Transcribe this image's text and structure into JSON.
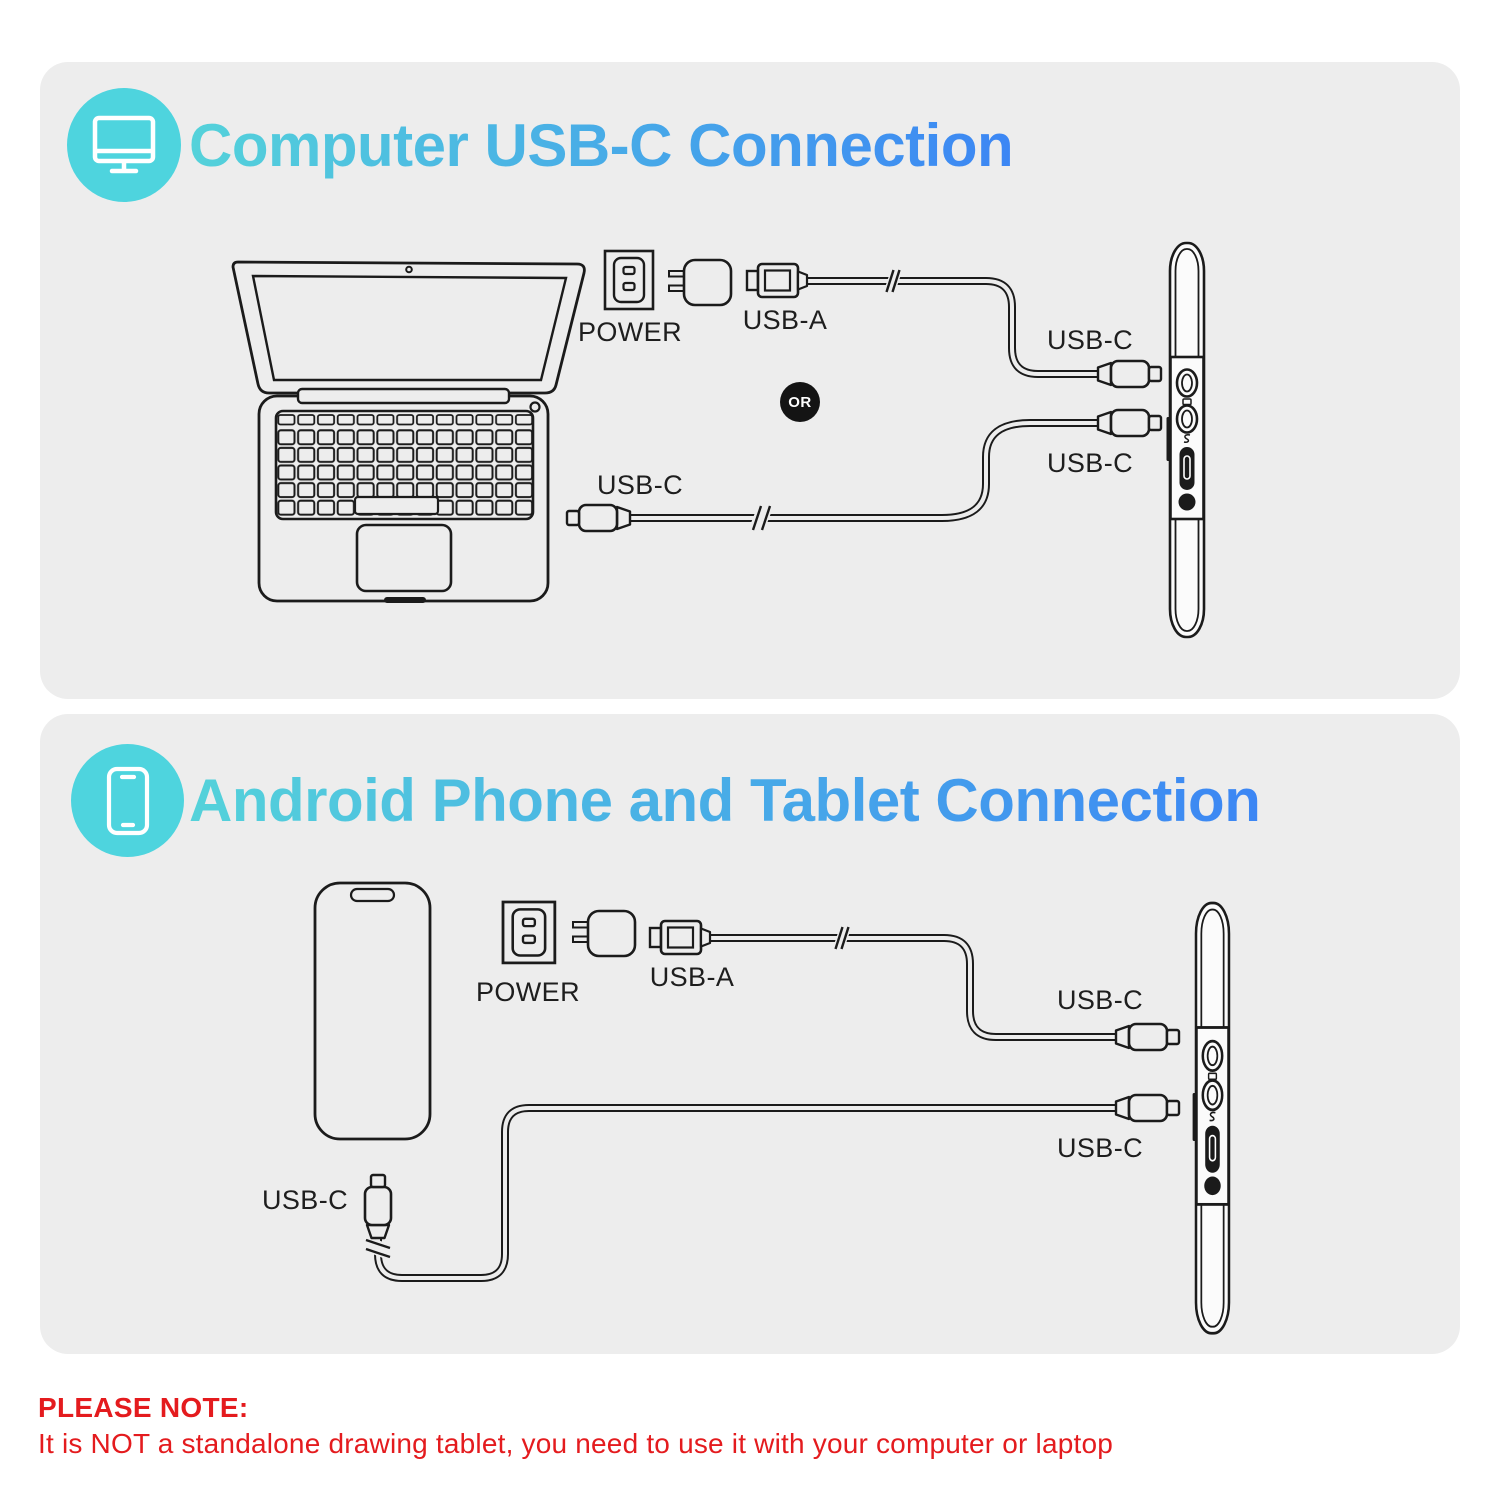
{
  "section1": {
    "heading": "Computer USB-C Connection",
    "icon": "monitor-icon",
    "labels": {
      "power": "POWER",
      "usb_a": "USB-A",
      "usb_c_upper": "USB-C",
      "usb_c_lower": "USB-C",
      "usb_c_laptop": "USB-C"
    },
    "or_badge": "OR"
  },
  "section2": {
    "heading": "Android Phone and Tablet Connection",
    "icon": "smartphone-icon",
    "labels": {
      "power": "POWER",
      "usb_a": "USB-A",
      "usb_c_upper": "USB-C",
      "usb_c_lower": "USB-C",
      "usb_c_phone": "USB-C"
    }
  },
  "note": {
    "title": "PLEASE NOTE:",
    "body": "It is NOT a standalone drawing tablet, you need to use it with your computer or laptop"
  },
  "colors": {
    "accent_teal": "#4ed4de",
    "heading_gradient_start": "#54d2da",
    "heading_gradient_end": "#3c86f4",
    "panel_background": "#ededed",
    "note_red": "#e41b1e",
    "line_art": "#1b1b1b",
    "or_badge_background": "#141414"
  }
}
